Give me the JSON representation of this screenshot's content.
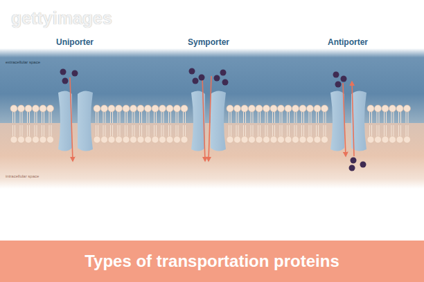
{
  "diagram": {
    "nodes": [
      {
        "text": [
          "Types of transportation proteins"
        ]
      }
    ],
    "labels": [
      "gettyimages",
      "Uniporter",
      "Symporter",
      "Antiporter",
      "extracellular space",
      "intracellular space"
    ]
  }
}
